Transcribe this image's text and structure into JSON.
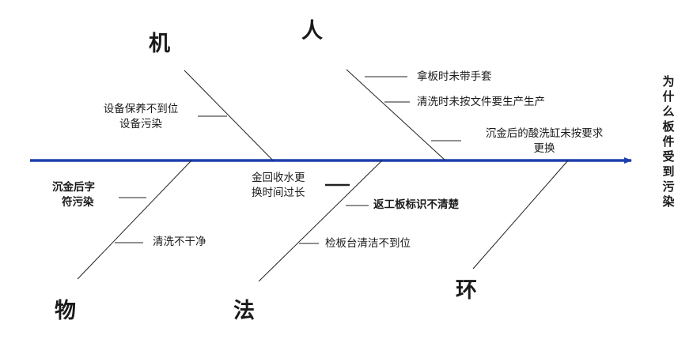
{
  "effect": {
    "label": "为什么板件受到污染"
  },
  "categories": {
    "machine": "机",
    "man": "人",
    "material": "物",
    "method": "法",
    "environment": "环"
  },
  "causes": {
    "machine": [
      "设备保养不到位",
      "设备污染"
    ],
    "man": [
      "拿板时未带手套",
      "清洗时未按文件要生产生产",
      "沉金后的酸洗缸未按要求",
      "更换"
    ],
    "material": [
      "沉金后字",
      "符污染",
      "清洗不干净"
    ],
    "method": [
      "金回收水更",
      "换时间过长",
      "返工板标识不清楚",
      "检板台清洁不到位"
    ]
  },
  "colors": {
    "spine": "#1f3fae",
    "bone": "#222222",
    "text": "#1a1a1a"
  }
}
